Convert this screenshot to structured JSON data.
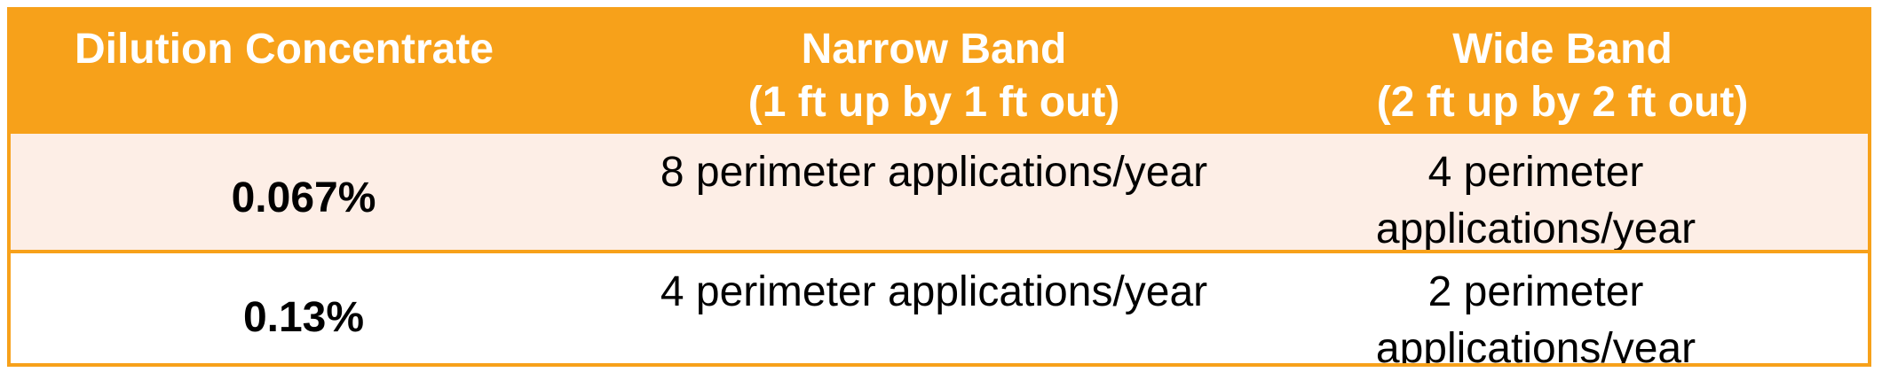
{
  "table": {
    "header": {
      "col1": "Dilution Concentrate",
      "col2_line1": "Narrow Band",
      "col2_line2": "(1 ft up by 1 ft out)",
      "col3_line1": "Wide Band",
      "col3_line2": "(2 ft up by 2 ft out)"
    },
    "rows": [
      {
        "concentrate": "0.067%",
        "narrow_band": "8 perimeter applications/year",
        "wide_band_line1": "4 perimeter",
        "wide_band_line2": "applications/year"
      },
      {
        "concentrate": "0.13%",
        "narrow_band": "4 perimeter applications/year",
        "wide_band_line1": "2 perimeter",
        "wide_band_line2": "applications/year"
      }
    ]
  },
  "colors": {
    "header_background": "#f7a11a",
    "header_text": "#ffffff",
    "row_highlight": "#fdeee6",
    "border": "#f7a11a"
  }
}
